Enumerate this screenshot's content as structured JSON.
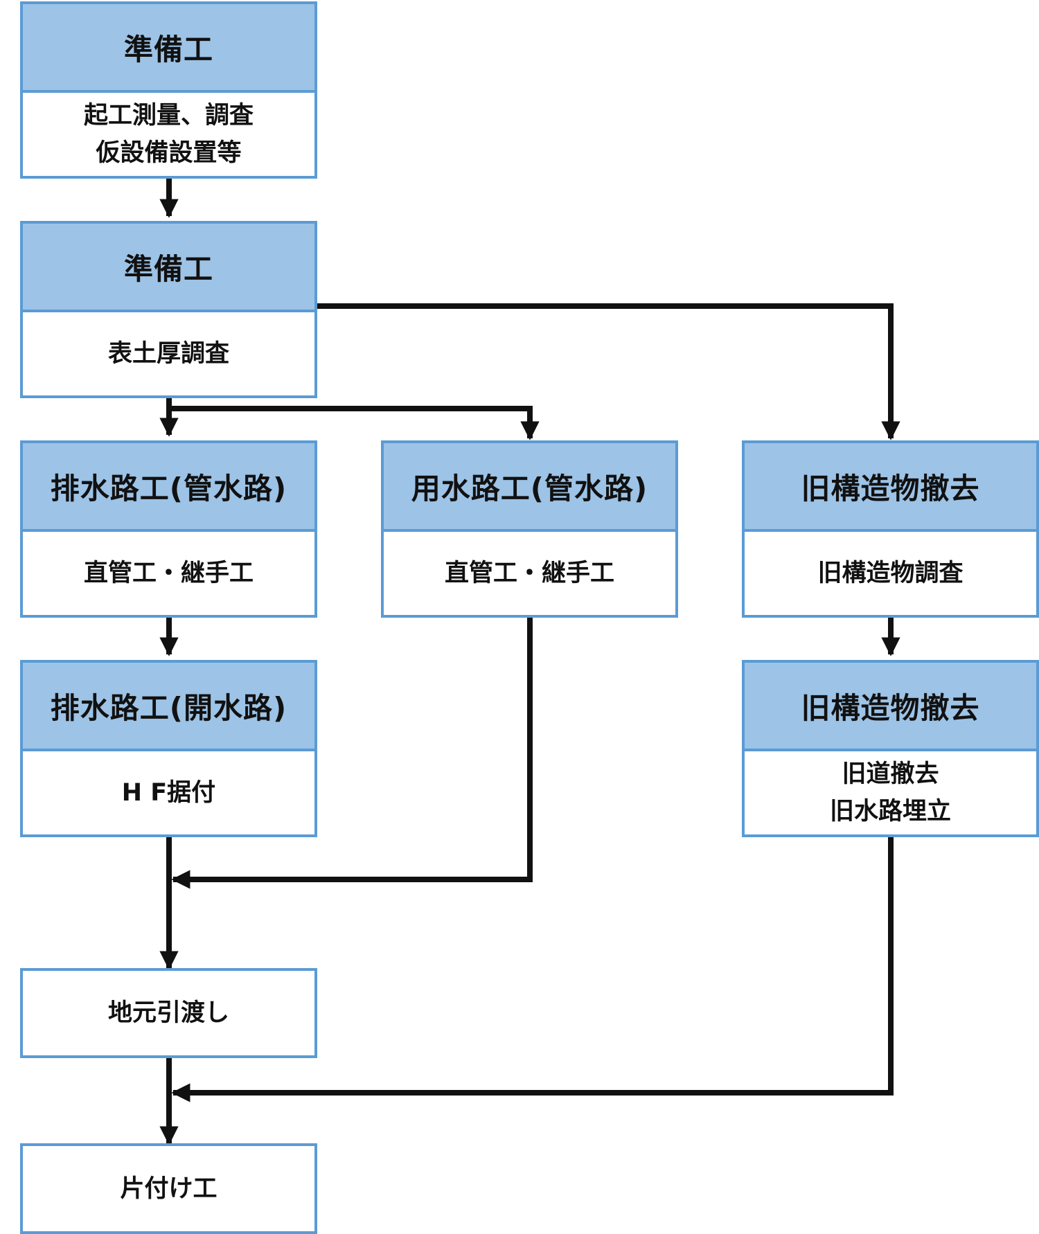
{
  "nodes": {
    "prep1": {
      "title": "準備工",
      "lines": [
        "起工測量、調査",
        "仮設備設置等"
      ]
    },
    "prep2": {
      "title": "準備工",
      "lines": [
        "表土厚調査"
      ]
    },
    "drain_pipe": {
      "title": "排水路工(管水路)",
      "lines": [
        "直管工・継手工"
      ]
    },
    "water_pipe": {
      "title": "用水路工(管水路)",
      "lines": [
        "直管工・継手工"
      ]
    },
    "demo1": {
      "title": "旧構造物撤去",
      "lines": [
        "旧構造物調査"
      ]
    },
    "drain_open": {
      "title": "排水路工(開水路)",
      "lines": [
        "H F据付"
      ]
    },
    "demo2": {
      "title": "旧構造物撤去",
      "lines": [
        "旧道撤去",
        "旧水路埋立"
      ]
    },
    "handover": {
      "lines": [
        "地元引渡し"
      ]
    },
    "cleanup": {
      "lines": [
        "片付け工"
      ]
    }
  },
  "colors": {
    "header_fill": "#9dc3e6",
    "border": "#5b9bd5",
    "arrow": "#111111"
  }
}
